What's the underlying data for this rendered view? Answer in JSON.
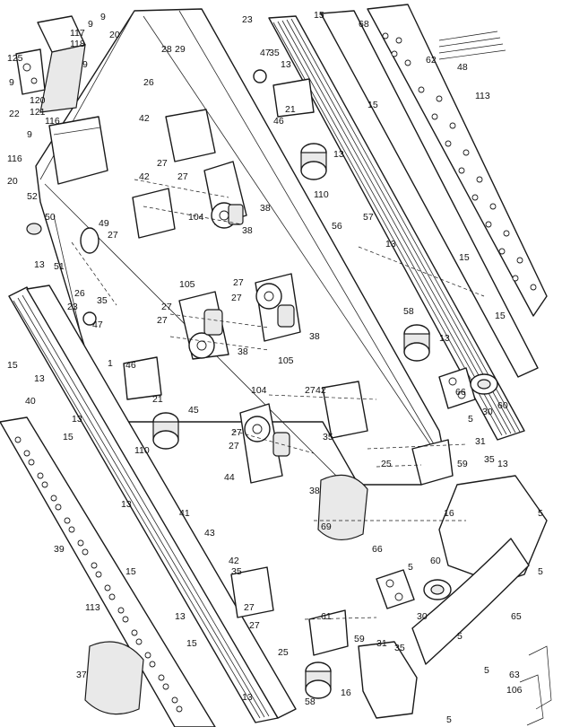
{
  "part_numbers": {
    "p1": "1",
    "p5": "5",
    "p9": "9",
    "p13": "13",
    "p15": "15",
    "p16": "16",
    "p20": "20",
    "p21": "21",
    "p22": "22",
    "p23": "23",
    "p25": "25",
    "p26": "26",
    "p27": "27",
    "p28": "28",
    "p29": "29",
    "p30": "30",
    "p31": "31",
    "p35": "35",
    "p37": "37",
    "p38": "38",
    "p39": "39",
    "p40": "40",
    "p41": "41",
    "p42": "42",
    "p43": "43",
    "p44": "44",
    "p45": "45",
    "p46": "46",
    "p47": "47",
    "p48": "48",
    "p49": "49",
    "p50": "50",
    "p51": "51",
    "p52": "52",
    "p56": "56",
    "p57": "57",
    "p58": "58",
    "p59": "59",
    "p60": "60",
    "p61": "61",
    "p62": "62",
    "p63": "63",
    "p65": "65",
    "p66": "66",
    "p68": "68",
    "p69": "69",
    "p104": "104",
    "p105": "105",
    "p106": "106",
    "p110": "110",
    "p113": "113",
    "p116": "116",
    "p117": "117",
    "p118": "118",
    "p120": "120",
    "p121": "121",
    "p125": "125"
  }
}
